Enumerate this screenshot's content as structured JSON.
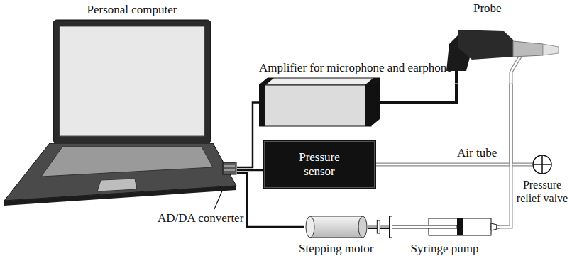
{
  "diagram": {
    "nodes": [
      {
        "text": [
          "Personal computer"
        ]
      },
      {
        "text": [
          "Amplifier for microphone and earphone"
        ]
      },
      {
        "text": [
          "Pressure sensor"
        ]
      },
      {
        "text": [
          "Probe"
        ]
      },
      {
        "text": [
          "Pressure relief valve"
        ]
      },
      {
        "text": [
          "Stepping motor"
        ]
      },
      {
        "text": [
          "Syringe pump"
        ]
      }
    ],
    "edges": [
      {
        "from": 0,
        "to": 1,
        "arrow": "none"
      },
      {
        "from": 0,
        "to": 2,
        "arrow": "none"
      },
      {
        "from": 0,
        "to": 5,
        "arrow": "none"
      },
      {
        "from": 1,
        "to": 3,
        "arrow": "none"
      },
      {
        "from": 2,
        "to": 3,
        "label": "Air tube",
        "arrow": "none"
      },
      {
        "from": 4,
        "to": 3,
        "arrow": "none"
      },
      {
        "from": 6,
        "to": 3,
        "arrow": "none"
      },
      {
        "from": 5,
        "to": 6,
        "arrow": "none"
      }
    ],
    "labels": [
      "AD/DA converter"
    ]
  }
}
